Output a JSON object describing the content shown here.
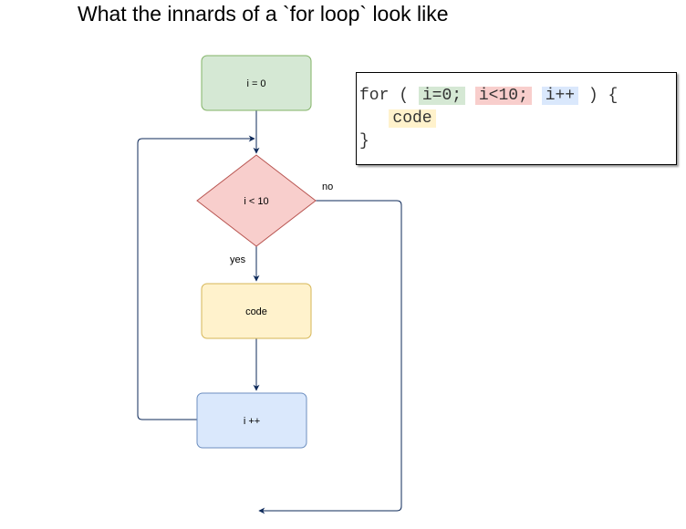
{
  "title": "What the innards of a `for loop` look like",
  "flowchart": {
    "init": "i = 0",
    "condition": "i < 10",
    "code": "code",
    "increment": "i ++",
    "yes_label": "yes",
    "no_label": "no"
  },
  "code_snippet": {
    "keyword": "for",
    "open_paren": "(",
    "init": "i=0;",
    "condition": "i<10;",
    "increment": "i++",
    "close": ") {",
    "body": "code",
    "close_brace": "}"
  },
  "colors": {
    "init_fill": "#d5e8d4",
    "init_stroke": "#82b366",
    "cond_fill": "#f8cecc",
    "cond_stroke": "#b85450",
    "code_fill": "#fff2cc",
    "code_stroke": "#d6b656",
    "inc_fill": "#dae8fc",
    "inc_stroke": "#6c8ebf",
    "edge": "#0e2a5a"
  }
}
